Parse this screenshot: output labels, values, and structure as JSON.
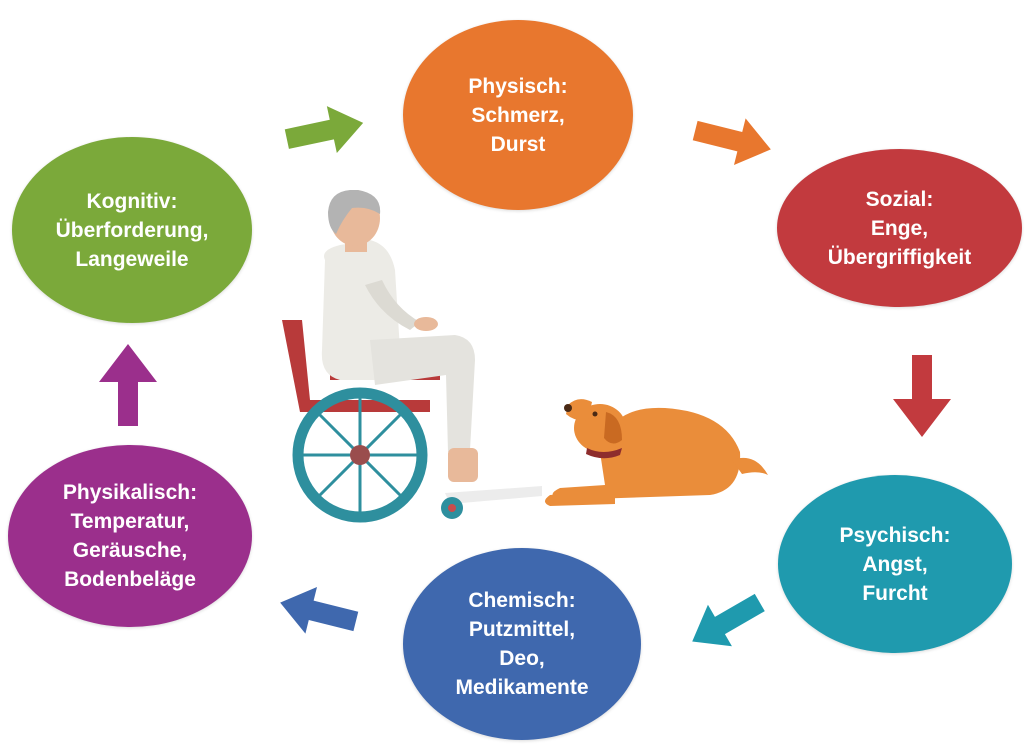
{
  "colors": {
    "physisch": "#e8772e",
    "sozial": "#c23a3e",
    "psychisch": "#1f9aae",
    "chemisch": "#3f68ae",
    "physikalisch": "#9b2f8c",
    "kognitiv": "#7ba93a"
  },
  "icons": {
    "person": "person-in-wheelchair-icon",
    "dog": "dog-icon"
  },
  "nodes": {
    "physisch": {
      "lines": [
        "Physisch:",
        "Schmerz,",
        "Durst"
      ]
    },
    "sozial": {
      "lines": [
        "Sozial:",
        "Enge,",
        "Übergriffigkeit"
      ]
    },
    "psychisch": {
      "lines": [
        "Psychisch:",
        "Angst,",
        "Furcht"
      ]
    },
    "chemisch": {
      "lines": [
        "Chemisch:",
        "Putzmittel,",
        "Deo,",
        "Medikamente"
      ]
    },
    "physikalisch": {
      "lines": [
        "Physikalisch:",
        "Temperatur,",
        "Geräusche,",
        "Bodenbeläge"
      ]
    },
    "kognitiv": {
      "lines": [
        "Kognitiv:",
        "Überforderung,",
        "Langeweile"
      ]
    }
  }
}
